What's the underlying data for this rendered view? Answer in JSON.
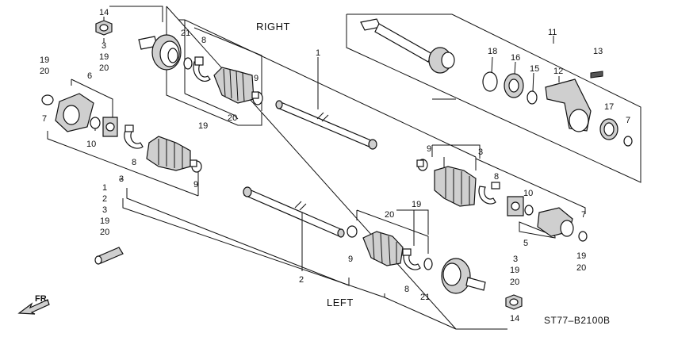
{
  "diagram": {
    "right_heading": "RIGHT",
    "left_heading": "LEFT",
    "front_marker": "FR.",
    "drawing_code": "ST77–B2100B",
    "labels": {
      "l14_top": "14",
      "l3_top": "3",
      "l19_top": "19",
      "l20_top": "20",
      "l21_top": "21",
      "l8_top": "8",
      "l9_top": "9",
      "l19_mid": "19",
      "l20_mid": "20",
      "l1_right": "1",
      "l19_far_l": "19",
      "l20_far_l": "20",
      "l6": "6",
      "l7_left": "7",
      "l10_left": "10",
      "l8_left": "8",
      "l3_left": "3",
      "l9_left": "9",
      "kit_1": "1",
      "kit_2": "2",
      "kit_3": "3",
      "kit_19": "19",
      "kit_20": "20",
      "l11": "11",
      "l18": "18",
      "l16": "16",
      "l13": "13",
      "l12": "12",
      "l15": "15",
      "l17": "17",
      "l7_right": "7",
      "l9_rr": "9",
      "l3_rr": "3",
      "l8_rr": "8",
      "l10_rr": "10",
      "l7_rr": "7",
      "l5": "5",
      "l19_rr": "19",
      "l20_rr": "20",
      "l2": "2",
      "l20_lower": "20",
      "l19_lower": "19",
      "l9_lower": "9",
      "l8_lower": "8",
      "l21_lower": "21",
      "l3_bot": "3",
      "l19_bot": "19",
      "l20_bot": "20",
      "l14_bot": "14"
    }
  }
}
